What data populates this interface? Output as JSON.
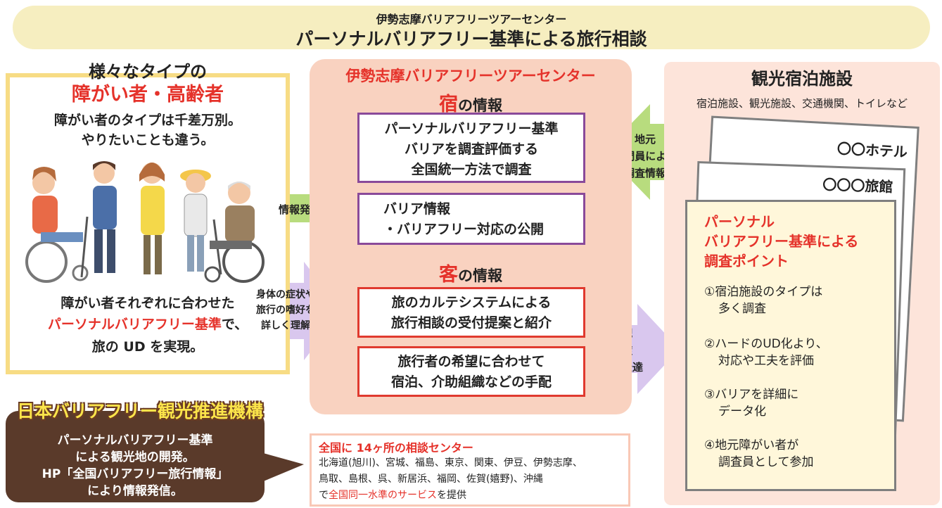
{
  "header": {
    "subtitle": "伊勢志摩バリアフリーツアーセンター",
    "title": "パーソナルバリアフリー基準による旅行相談"
  },
  "left": {
    "heading1": "様々なタイプの",
    "heading2": "障がい者・高齢者",
    "line1": "障がい者のタイプは千差万別。",
    "line2": "やりたいことも違う。",
    "bottom1": "障がい者それぞれに合わせた",
    "bottom2_red": "パーソナルバリアフリー基準",
    "bottom2_tail": "で、",
    "bottom3": "旅の UD を実現。"
  },
  "arrows": {
    "info_send": "情報発信",
    "understand": [
      "身体の症状や",
      "旅行の嗜好を",
      "詳しく理解"
    ],
    "arrange": [
      "手配",
      "斡旋",
      "注意伝達"
    ],
    "local": [
      "地元",
      "専門員による",
      "調査情報"
    ]
  },
  "center": {
    "title": "伊勢志摩バリアフリーツアーセンター",
    "inn_char": "宿",
    "inn_suffix": "の情報",
    "box1": [
      "パーソナルバリアフリー基準",
      "バリアを調査評価する",
      "全国統一方法で調査"
    ],
    "box2": [
      "バリア情報",
      "・バリアフリー対応の公開"
    ],
    "guest_char": "客",
    "guest_suffix": "の情報",
    "box3": [
      "旅のカルテシステムによる",
      "旅行相談の受付提案と紹介"
    ],
    "box4": [
      "旅行者の希望に合わせて",
      "宿泊、介助組織などの手配"
    ]
  },
  "right": {
    "title": "観光宿泊施設",
    "subtitle": "宿泊施設、観光施設、交通機関、トイレなど",
    "hotel": "〇〇ホテル",
    "ryokan": "〇〇〇旅館",
    "points_title": [
      "パーソナル",
      "バリアフリー基準による",
      "調査ポイント"
    ],
    "points": [
      [
        "①宿泊施設のタイプは",
        "多く調査"
      ],
      [
        "②ハードのUD化より、",
        "対応や工夫を評価"
      ],
      [
        "③バリアを詳細に",
        "データ化"
      ],
      [
        "④地元障がい者が",
        "調査員として参加"
      ]
    ]
  },
  "org": {
    "title": "日本バリアフリー観光推進機構",
    "lines": [
      "パーソナルバリアフリー基準",
      "による観光地の開発。",
      "HP「全国バリアフリー旅行情報」",
      "により情報発信。"
    ]
  },
  "centers": {
    "title": "全国に 14ヶ所の相談センター",
    "line1": "北海道(旭川)、宮城、福島、東京、関東、伊豆、伊勢志摩、",
    "line2": "鳥取、島根、呉、新居浜、福岡、佐賀(嬉野)、沖縄",
    "line3_prefix": "で",
    "line3_red": "全国同一水準のサービス",
    "line3_suffix": "を提供"
  },
  "colors": {
    "header_bg": "#f6eec0",
    "left_border": "#f7dc84",
    "center_bg": "#f9d2c0",
    "right_bg": "#fde4da",
    "purple_box": "#8a4a9a",
    "red_box": "#e03a2f",
    "red_text": "#e5322a",
    "green_arrow": "#b8dc7e",
    "lavender_arrow": "#d9c7ee",
    "org_bg": "#5a3a2a",
    "org_title": "#fbe44a"
  }
}
